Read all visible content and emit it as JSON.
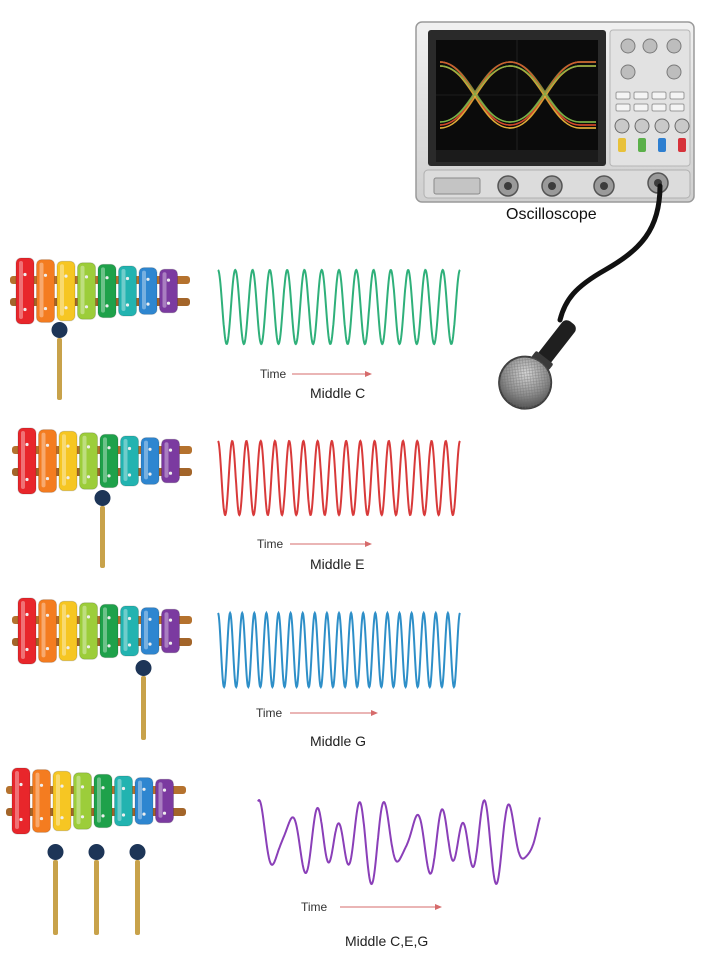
{
  "oscilloscope": {
    "label": "Oscilloscope",
    "screen_trace_colors": [
      "#e8b23a",
      "#d94a2c",
      "#7fb84a"
    ]
  },
  "microphone": {
    "cable_color": "#111111"
  },
  "xylophone": {
    "bar_colors": [
      "#e8262b",
      "#f47c20",
      "#f6c623",
      "#9ccd3a",
      "#1ea14a",
      "#22b3b0",
      "#2e86d0",
      "#7b3aa0"
    ],
    "mallet_head_color": "#1d3557",
    "mallet_handle_color": "#c8a24a"
  },
  "rows": [
    {
      "note_label": "Middle C",
      "time_label": "Time",
      "wave_color": "#2fb07a",
      "wave_type": "sine",
      "cycles": 14,
      "mallets": [
        1
      ]
    },
    {
      "note_label": "Middle E",
      "time_label": "Time",
      "wave_color": "#d83a3a",
      "wave_type": "sine",
      "cycles": 17,
      "mallets": [
        3
      ]
    },
    {
      "note_label": "Middle G",
      "time_label": "Time",
      "wave_color": "#2e8fc8",
      "wave_type": "sine",
      "cycles": 20,
      "mallets": [
        5
      ]
    },
    {
      "note_label": "Middle C,E,G",
      "time_label": "Time",
      "wave_color": "#8a3fb8",
      "wave_type": "complex",
      "cycles": 0,
      "mallets": [
        1,
        3,
        5
      ]
    }
  ]
}
